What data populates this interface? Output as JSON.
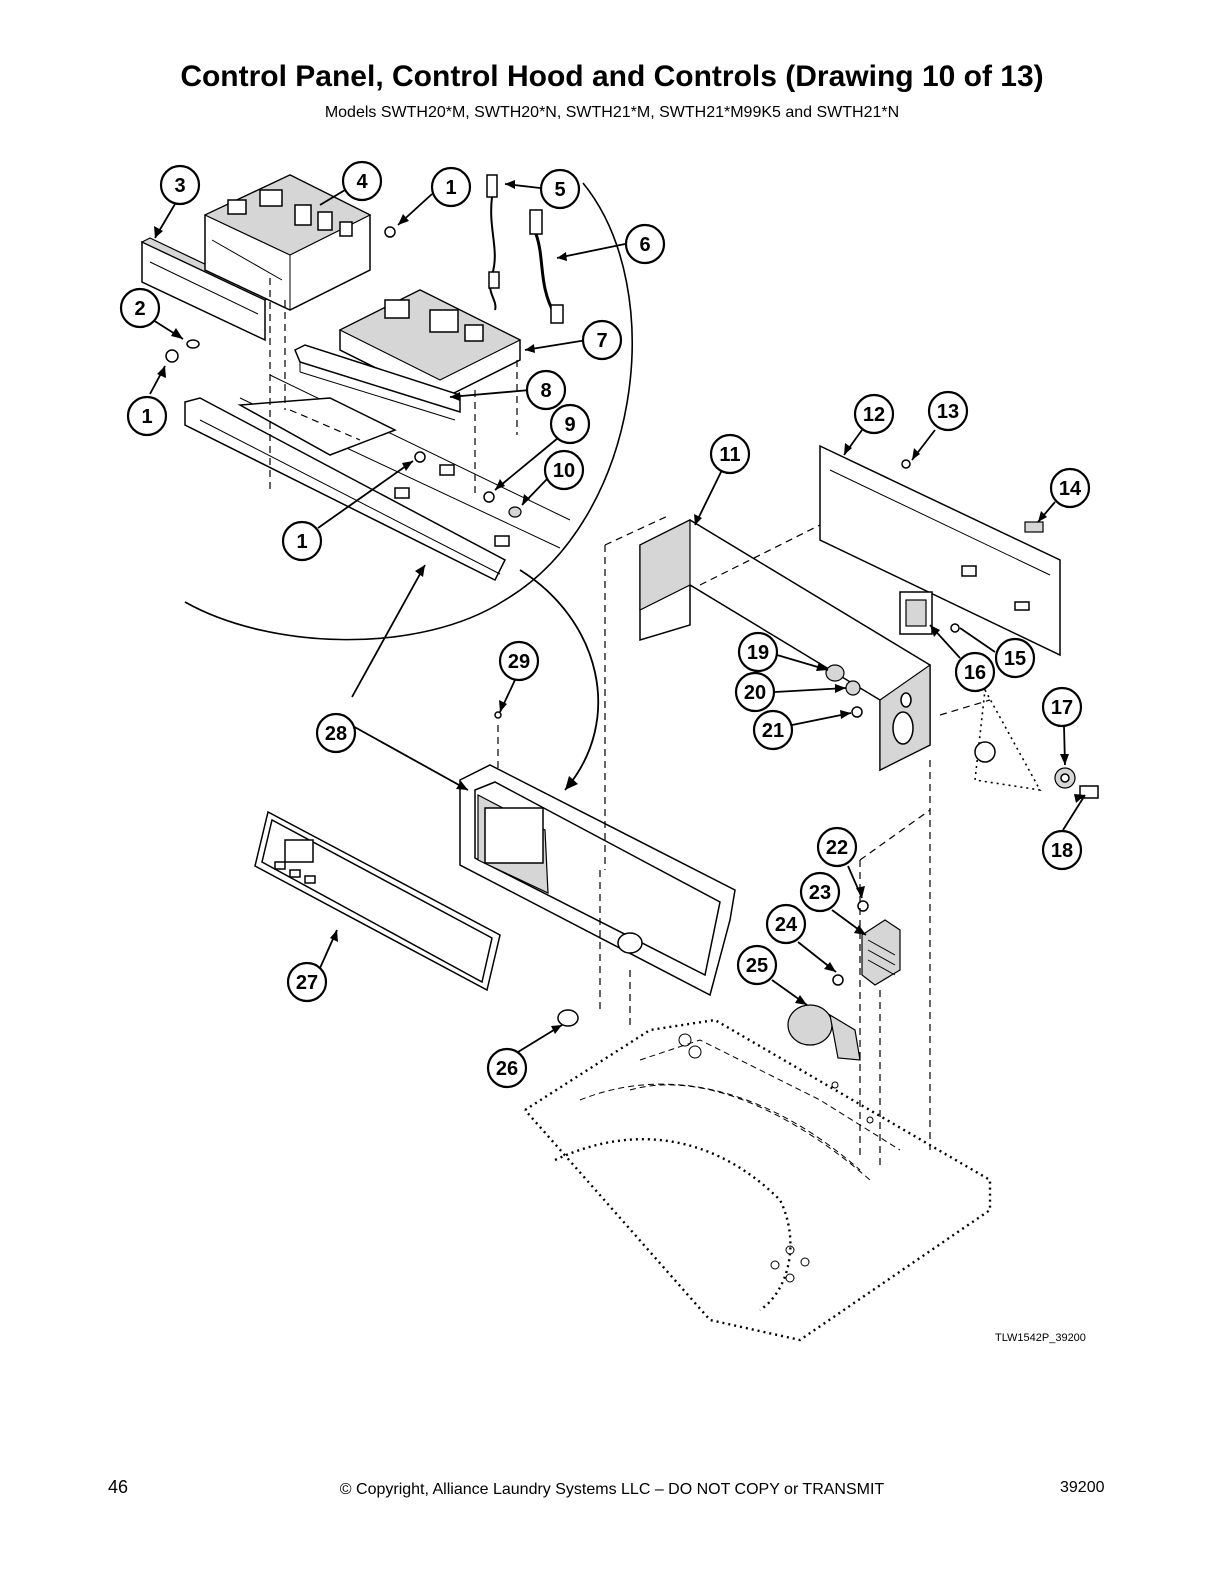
{
  "header": {
    "title": "Control Panel, Control Hood and Controls (Drawing 10 of 13)",
    "subtitle": "Models SWTH20*M, SWTH20*N, SWTH21*M, SWTH21*M99K5 and SWTH21*N"
  },
  "drawing_code": "TLW1542P_39200",
  "footer": {
    "page_number": "46",
    "copyright": "© Copyright, Alliance Laundry Systems LLC – DO NOT COPY or TRANSMIT",
    "document_number": "39200"
  },
  "callouts": [
    {
      "id": "c3",
      "label": "3"
    },
    {
      "id": "c4",
      "label": "4"
    },
    {
      "id": "c1a",
      "label": "1"
    },
    {
      "id": "c5",
      "label": "5"
    },
    {
      "id": "c6",
      "label": "6"
    },
    {
      "id": "c2",
      "label": "2"
    },
    {
      "id": "c7",
      "label": "7"
    },
    {
      "id": "c1b",
      "label": "1"
    },
    {
      "id": "c8",
      "label": "8"
    },
    {
      "id": "c9",
      "label": "9"
    },
    {
      "id": "c10",
      "label": "10"
    },
    {
      "id": "c1c",
      "label": "1"
    },
    {
      "id": "c11",
      "label": "11"
    },
    {
      "id": "c12",
      "label": "12"
    },
    {
      "id": "c13",
      "label": "13"
    },
    {
      "id": "c14",
      "label": "14"
    },
    {
      "id": "c15",
      "label": "15"
    },
    {
      "id": "c16",
      "label": "16"
    },
    {
      "id": "c17",
      "label": "17"
    },
    {
      "id": "c18",
      "label": "18"
    },
    {
      "id": "c19",
      "label": "19"
    },
    {
      "id": "c20",
      "label": "20"
    },
    {
      "id": "c21",
      "label": "21"
    },
    {
      "id": "c22",
      "label": "22"
    },
    {
      "id": "c23",
      "label": "23"
    },
    {
      "id": "c24",
      "label": "24"
    },
    {
      "id": "c25",
      "label": "25"
    },
    {
      "id": "c26",
      "label": "26"
    },
    {
      "id": "c27",
      "label": "27"
    },
    {
      "id": "c28",
      "label": "28"
    },
    {
      "id": "c29",
      "label": "29"
    }
  ]
}
